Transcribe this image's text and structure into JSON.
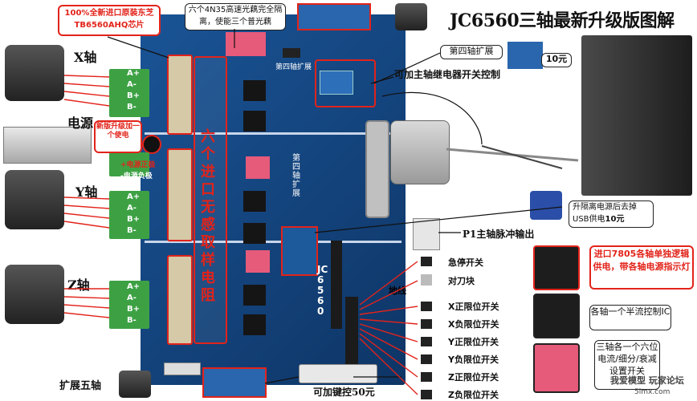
{
  "title": "JC6560三轴最新升级版图解",
  "motor_labels": {
    "x": "X轴",
    "y": "Y轴",
    "z": "Z轴"
  },
  "power_label": "电源",
  "pins": {
    "a_plus": "A+",
    "a_minus": "A-",
    "b_plus": "B+",
    "b_minus": "B-"
  },
  "callouts": {
    "chip": "100%全新进口原装东芝TB6560AHQ芯片",
    "optocoupler": "六个4N35高速光藕完全隔离，使能三个普光藕",
    "fourth_axis": "第四轴扩展",
    "relay": "可加主轴继电器开关控制",
    "price_10": "10元",
    "isolated_power": "升隔离电源后去掉USB供电",
    "isolated_price": "10元",
    "spindle_pulse": "P1主轴脉冲输出",
    "regulator": "进口7805各轴单独逻辑供电，带各轴电源指示灯",
    "current_ic": "各轴一个半流控制IC",
    "dip": "三轴各一个六位电流/细分/衰减设置开关",
    "fifth_axis": "扩展五轴",
    "keypad": "可加键控50元",
    "board_power_note": "新版升级加一个使电",
    "power_pos": "+电源正极",
    "power_neg": "-电源负极",
    "board_vertical": "六个进口无感取样电阻",
    "board_model": "JC6560",
    "board_axis4": "第四轴扩展",
    "ground": "地线",
    "fourth_on_board": "第四轴扩展"
  },
  "switches": [
    "急停开关",
    "对刀块",
    "X正限位开关",
    "X负限位开关",
    "Y正限位开关",
    "Y负限位开关",
    "Z正限位开关",
    "Z负限位开关"
  ],
  "watermark": "我爱模型 玩家论坛",
  "watermark_url": "5imx.com"
}
